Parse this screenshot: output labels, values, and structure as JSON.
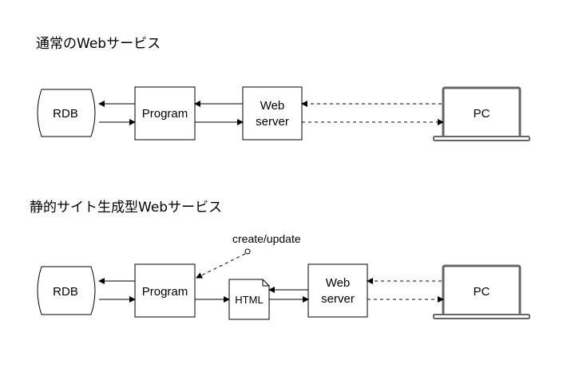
{
  "sections": [
    {
      "title": "通常のWebサービス",
      "nodes": {
        "rdb": "RDB",
        "program": "Program",
        "web_server_line1": "Web",
        "web_server_line2": "server",
        "pc": "PC"
      }
    },
    {
      "title": "静的サイト生成型Webサービス",
      "note": "create/update",
      "nodes": {
        "rdb": "RDB",
        "program": "Program",
        "html": "HTML",
        "web_server_line1": "Web",
        "web_server_line2": "server",
        "pc": "PC"
      }
    }
  ],
  "colors": {
    "line": "#000000",
    "laptop_frame": "#666666",
    "laptop_screen": "#ffffff",
    "background": "#ffffff"
  },
  "icons": {
    "pc": "laptop-icon",
    "html": "document-icon",
    "rdb": "database-icon"
  }
}
